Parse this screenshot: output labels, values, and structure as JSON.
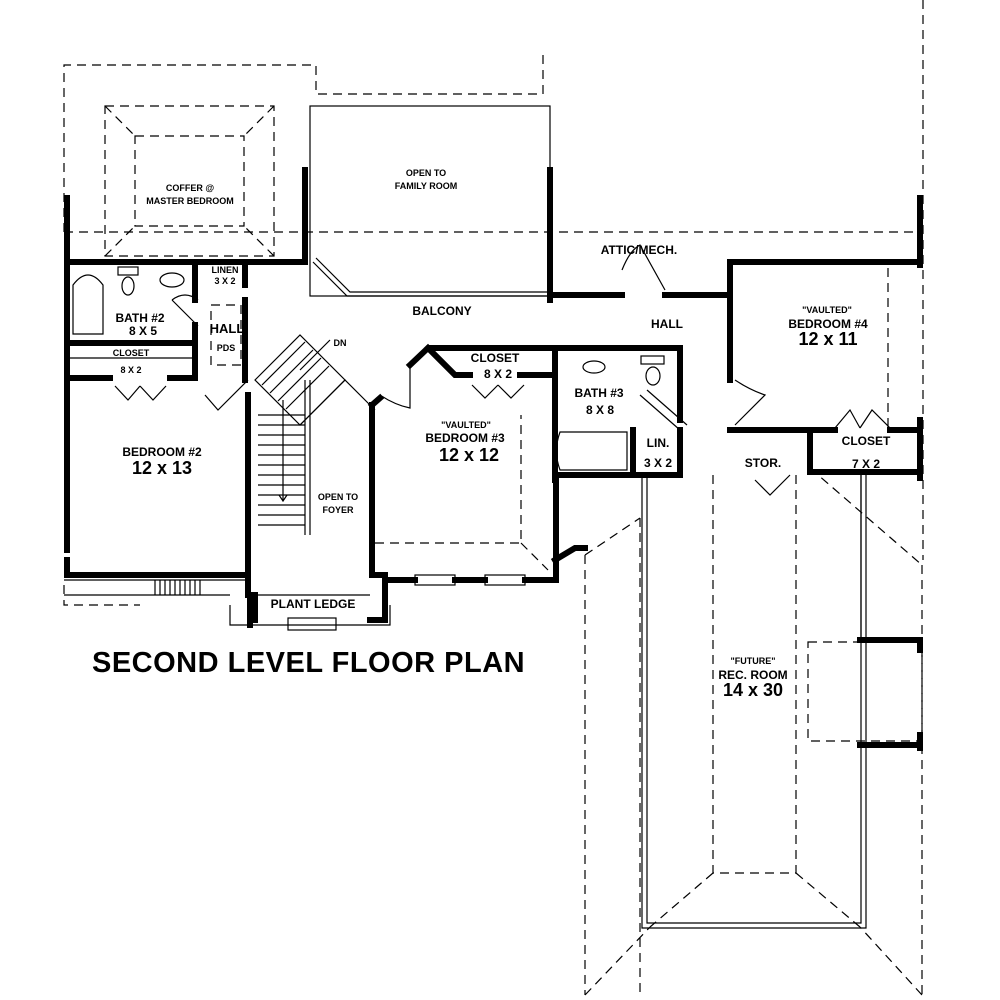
{
  "title": "SECOND LEVEL FLOOR PLAN",
  "colors": {
    "ink": "#000000",
    "paper": "#ffffff"
  },
  "rooms": {
    "coffer": {
      "line1": "COFFER @",
      "line2": "MASTER BEDROOM"
    },
    "open_family": {
      "line1": "OPEN TO",
      "line2": "FAMILY ROOM"
    },
    "attic": {
      "name": "ATTIC/MECH."
    },
    "linen": {
      "name": "LINEN",
      "size": "3 X 2"
    },
    "bath2": {
      "name": "BATH #2",
      "size": "8 X 5"
    },
    "hall_left": {
      "name": "HALL",
      "sub": "PDS"
    },
    "closet_left": {
      "name": "CLOSET",
      "size": "8 X 2"
    },
    "balcony": {
      "name": "BALCONY"
    },
    "hall_right": {
      "name": "HALL"
    },
    "stairs": {
      "direction": "DN"
    },
    "bedroom2": {
      "name": "BEDROOM #2",
      "size": "12 x 13"
    },
    "open_foyer": {
      "line1": "OPEN TO",
      "line2": "FOYER"
    },
    "plant_ledge": {
      "name": "PLANT LEDGE"
    },
    "closet_mid": {
      "name": "CLOSET",
      "size": "8 X 2"
    },
    "bedroom3": {
      "note": "\"VAULTED\"",
      "name": "BEDROOM #3",
      "size": "12 x 12"
    },
    "bath3": {
      "name": "BATH #3",
      "size": "8 X 8"
    },
    "lin": {
      "name": "LIN.",
      "size": "3 X 2"
    },
    "stor": {
      "name": "STOR."
    },
    "bedroom4": {
      "note": "\"VAULTED\"",
      "name": "BEDROOM #4",
      "size": "12 x 11"
    },
    "closet_right": {
      "name": "CLOSET",
      "size": "7 X 2"
    },
    "rec_room": {
      "note": "\"FUTURE\"",
      "name": "REC. ROOM",
      "size": "14 x 30"
    }
  }
}
